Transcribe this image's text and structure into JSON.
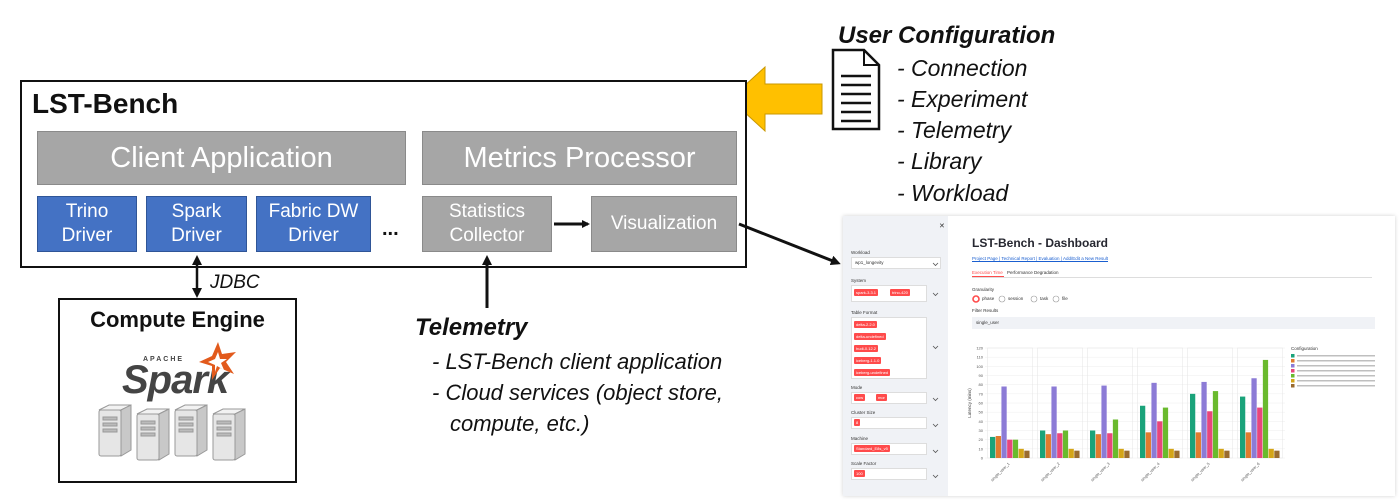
{
  "lst_bench": {
    "title": "LST-Bench",
    "client_application": "Client Application",
    "metrics_processor": "Metrics Processor",
    "drivers": [
      {
        "line1": "Trino",
        "line2": "Driver"
      },
      {
        "line1": "Spark",
        "line2": "Driver"
      },
      {
        "line1": "Fabric DW",
        "line2": "Driver"
      }
    ],
    "ellipsis": "...",
    "statistics_collector": {
      "line1": "Statistics",
      "line2": "Collector"
    },
    "visualization": "Visualization"
  },
  "connector": {
    "jdbc": "JDBC"
  },
  "compute_engine": {
    "title": "Compute Engine",
    "logo_brand": "APACHE",
    "logo_name": "Spark"
  },
  "telemetry": {
    "title": "Telemetry",
    "items": [
      "- LST-Bench client application",
      "- Cloud services (object store,",
      "compute, etc.)"
    ]
  },
  "user_configuration": {
    "title": "User Configuration",
    "items": [
      "- Connection",
      "- Experiment",
      "- Telemetry",
      "- Library",
      "- Workload"
    ],
    "icon": "document-icon",
    "arrow_color": "#ffc000"
  },
  "dashboard": {
    "title": "LST-Bench - Dashboard",
    "links": "Project Page | Technical Report | Evaluation | Add/Edit a New Result",
    "tab_active": "Execution Time",
    "tab_other": "Performance Degradation",
    "granularity_label": "Granularity",
    "granularity_options": [
      "phase",
      "session",
      "task",
      "file"
    ],
    "filter_label": "Filter Results",
    "filter_value": "single_user",
    "sidebar": {
      "workload_label": "Workload",
      "workload_value": "wp1_longevity",
      "system_label": "System",
      "system_chips": [
        "spark-3.3.1",
        "trino-420"
      ],
      "table_format_label": "Table Format",
      "table_format_chips": [
        "delta-2.2.0",
        "delta-undefined",
        "hudi-0.12.2",
        "iceberg-1.1.0",
        "iceberg-undefined"
      ],
      "mode_label": "Mode",
      "mode_chips": [
        "cow",
        "mor"
      ],
      "cluster_size_label": "Cluster Size",
      "cluster_size_chips": [
        "8"
      ],
      "machine_label": "Machine",
      "machine_chips": [
        "Standard_E8s_v5"
      ],
      "scale_factor_label": "Scale Factor",
      "scale_factor_chips": [
        "100"
      ]
    },
    "chart_data": {
      "type": "bar",
      "ylabel": "Latency (mins)",
      "ylim": [
        0,
        120
      ],
      "yticks": [
        0,
        10,
        20,
        30,
        40,
        50,
        60,
        70,
        80,
        90,
        100,
        110,
        120
      ],
      "categories": [
        "single_user_1",
        "single_user_2",
        "single_user_3",
        "single_user_4",
        "single_user_5",
        "single_user_6"
      ],
      "legend_title": "Configuration",
      "legend_placement": "right",
      "series": [
        {
          "color": "#1aa37a",
          "values": [
            23,
            30,
            30,
            57,
            70,
            67
          ]
        },
        {
          "color": "#e07b2e",
          "values": [
            24,
            26,
            26,
            28,
            28,
            28
          ]
        },
        {
          "color": "#8c7bd6",
          "values": [
            78,
            78,
            79,
            82,
            83,
            87
          ]
        },
        {
          "color": "#e8467c",
          "values": [
            20,
            27,
            27,
            40,
            51,
            55
          ]
        },
        {
          "color": "#6aba2e",
          "values": [
            20,
            30,
            42,
            55,
            73,
            107
          ]
        },
        {
          "color": "#d4a417",
          "values": [
            10,
            10,
            10,
            10,
            10,
            10
          ]
        },
        {
          "color": "#9a6b2e",
          "values": [
            8,
            8,
            8,
            8,
            8,
            8
          ]
        }
      ]
    }
  }
}
